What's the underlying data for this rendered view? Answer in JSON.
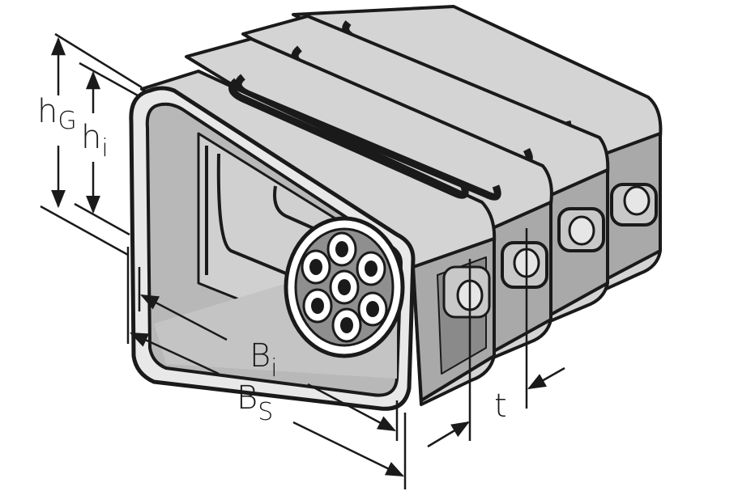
{
  "diagram": {
    "subject": "cable carrier chain links with cable bundle, isometric view",
    "colors": {
      "ink": "#1a1a1a",
      "light_gray": "#d4d4d4",
      "mid_gray": "#a9a9a9",
      "dark_gray": "#8a8a8a",
      "white": "#ffffff"
    },
    "cable_bundle": {
      "conductor_count": 7
    },
    "link_count": 4,
    "labels": {
      "hG": {
        "main": "h",
        "sub": "G"
      },
      "hi": {
        "main": "h",
        "sub": "i"
      },
      "Bi": {
        "main": "B",
        "sub": "i"
      },
      "BS": {
        "main": "B",
        "sub": "S"
      },
      "t": {
        "main": "t"
      }
    }
  }
}
